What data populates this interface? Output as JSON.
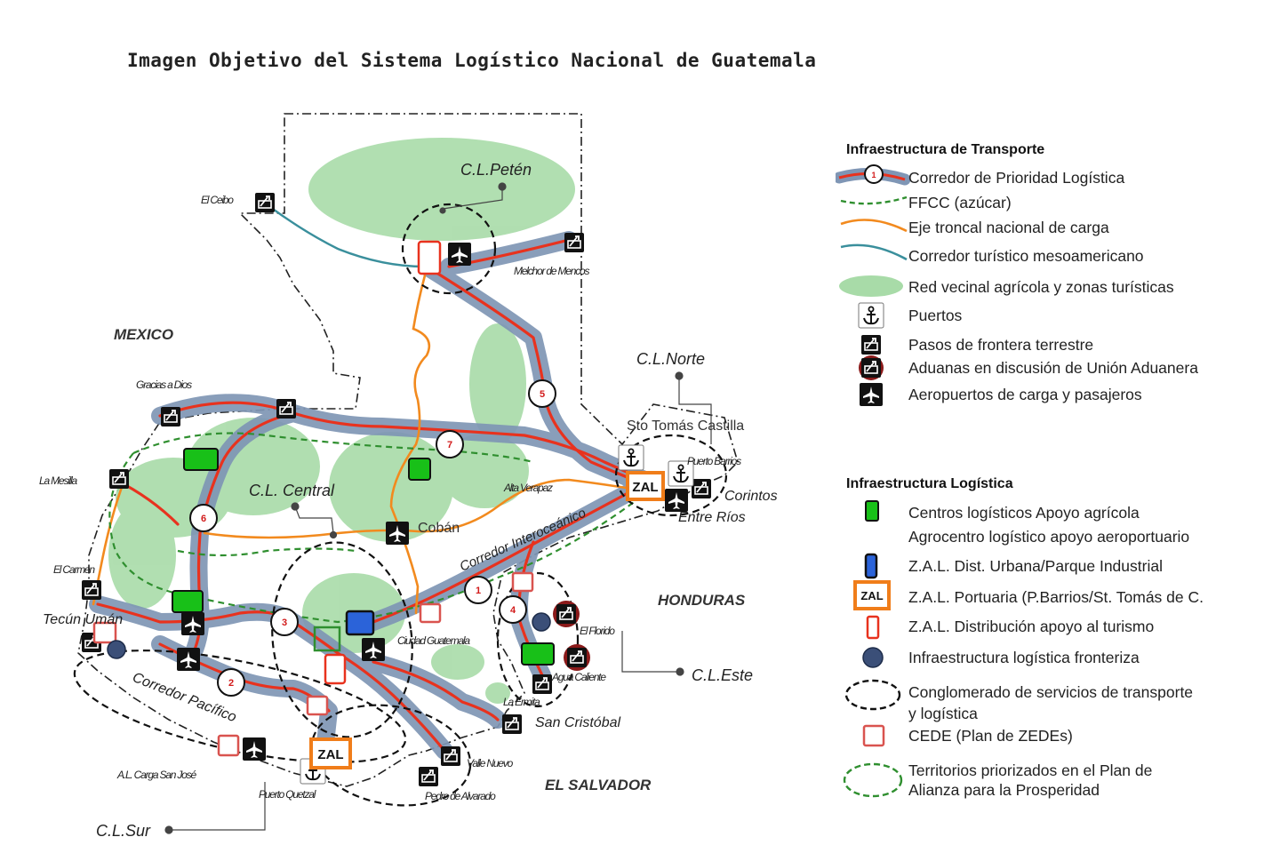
{
  "title": "Imagen Objetivo del Sistema Logístico Nacional de Guatemala",
  "colors": {
    "green_zone": "#a8dba8",
    "corridor_band": "#7f96b5",
    "corridor_line": "#e8321e",
    "trunk_orange": "#f28a1e",
    "tourist_teal": "#3a8f9c",
    "rail_green": "#2f8f2f",
    "zal_orange": "#f07d1a",
    "logistic_green": "#18c018",
    "zal_blue": "#2b63d9",
    "cede_red": "#d9534f"
  },
  "countries": {
    "mexico": "MEXICO",
    "honduras": "HONDURAS",
    "el_salvador": "EL SALVADOR"
  },
  "clusters": {
    "peten": "C.L.Petén",
    "norte": "C.L.Norte",
    "central": "C.L. Central",
    "este": "C.L.Este",
    "sur": "C.L.Sur"
  },
  "places": {
    "el_ceibo": "El Ceibo",
    "melchor": "Melchor de Mencos",
    "gracias_a_dios": "Gracias a Dios",
    "la_mesilla": "La Mesilla",
    "el_carmen": "El Carmen",
    "tecun_uman": "Tecún Umán",
    "alta_verapaz": "Alta Verapaz",
    "coban": "Cobán",
    "sto_tomas": "Sto Tomás Castilla",
    "puerto_barrios": "Puerto Barrios",
    "corinto": "Corintos",
    "entre_rios": "Entre Ríos",
    "ciudad_guatemala": "Ciudad Guatemala",
    "el_florido": "El Florido",
    "agua_caliente": "Agua Caliente",
    "la_ermita": "La Ermita",
    "san_cristobal": "San Cristóbal",
    "valle_nuevo": "Valle Nuevo",
    "pedro_alvarado": "Pedro de Alvarado",
    "puerto_quetzal": "Puerto Quetzal",
    "al_carga_san_jose": "A.L. Carga San José",
    "corredor_interoceanico": "Corredor Interoceánico",
    "corredor_pacifico": "Corredor Pacífico"
  },
  "corridor_numbers": [
    "1",
    "2",
    "3",
    "4",
    "5",
    "6",
    "7"
  ],
  "zal_label": "ZAL",
  "legend": {
    "transport_heading": "Infraestructura de Transporte",
    "transport_items": [
      "Corredor de Prioridad Logística",
      "FFCC (azúcar)",
      "Eje troncal nacional de carga",
      "Corredor turístico mesoamericano",
      "Red vecinal agrícola y zonas turísticas",
      "Puertos",
      "Pasos de frontera terrestre",
      "Aduanas en discusión de Unión Aduanera",
      "Aeropuertos de carga y pasajeros"
    ],
    "logistic_heading": "Infraestructura Logística",
    "logistic_items": [
      "Centros logísticos Apoyo agrícola",
      "Agrocentro logístico apoyo aeroportuario",
      "Z.A.L. Dist. Urbana/Parque Industrial",
      "Z.A.L. Portuaria (P.Barrios/St. Tomás de C.",
      "Z.A.L. Distribución apoyo al turismo",
      "Infraestructura logística fronteriza",
      "Conglomerado de servicios de transporte",
      "y logística",
      "CEDE (Plan de ZEDEs)",
      "Territorios priorizados en el Plan de",
      "Alianza para la Prosperidad"
    ]
  }
}
